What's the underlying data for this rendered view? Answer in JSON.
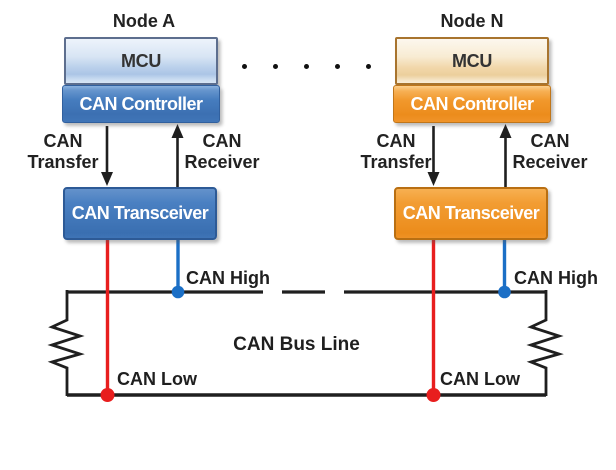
{
  "nodes": [
    {
      "label": "Node A",
      "mcu_label": "MCU",
      "controller_label": "CAN Controller",
      "transceiver_label": "CAN Transceiver",
      "transfer_label": "CAN Transfer",
      "receiver_label": "CAN Receiver",
      "theme": "blue"
    },
    {
      "label": "Node N",
      "mcu_label": "MCU",
      "controller_label": "CAN Controller",
      "transceiver_label": "CAN Transceiver",
      "transfer_label": "CAN Transfer",
      "receiver_label": "CAN Receiver",
      "theme": "orange"
    }
  ],
  "bus": {
    "high_label_left": "CAN High",
    "high_label_right": "CAN High",
    "low_label_left": "CAN Low",
    "low_label_right": "CAN Low",
    "center_label": "CAN Bus Line"
  },
  "ellipsis": {
    "dot_count": 5
  },
  "colors": {
    "blue_box": "#3f74b6",
    "blue_box_border": "#2d5a96",
    "orange_box": "#ef9226",
    "orange_box_border": "#b96f12",
    "can_high_wire": "#1b6fc6",
    "can_low_wire": "#e81e1e",
    "bus_wire": "#1f1f1f",
    "label_text": "#222222",
    "box_text": "#ffffff"
  }
}
